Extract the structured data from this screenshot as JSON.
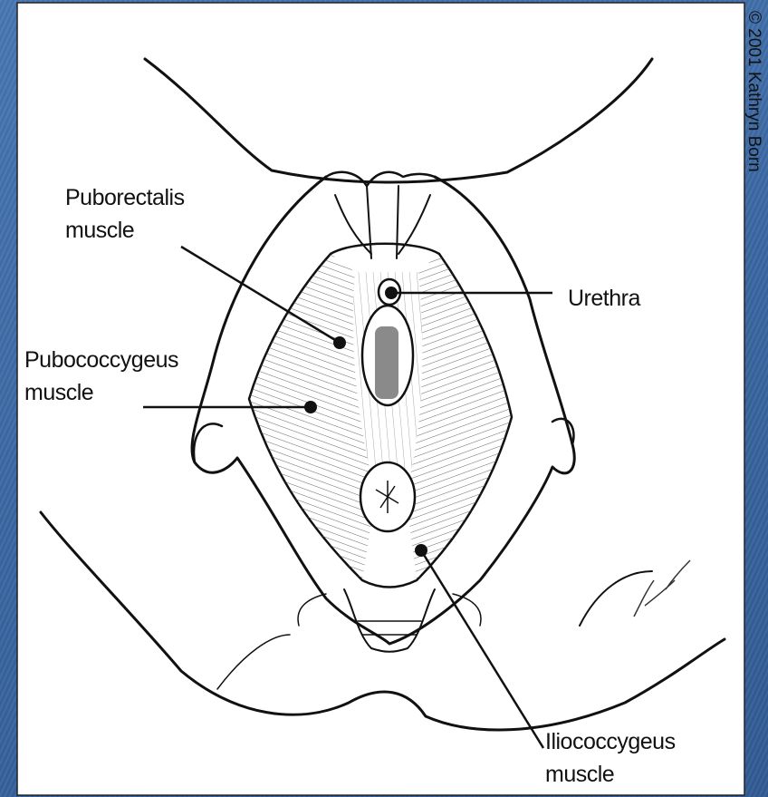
{
  "copyright": "© 2001 Kathryn Born",
  "labels": {
    "puborectalis": [
      "Puborectalis",
      "muscle"
    ],
    "pubococcygeus": [
      "Pubococcygeus",
      "muscle"
    ],
    "urethra": "Urethra",
    "iliococcygeus": [
      "Iliococcygeus",
      "muscle"
    ]
  },
  "colors": {
    "background": "#3d6aa5",
    "panel": "#ffffff",
    "ink": "#111111",
    "urethral_opening": "#8a8a8a"
  }
}
